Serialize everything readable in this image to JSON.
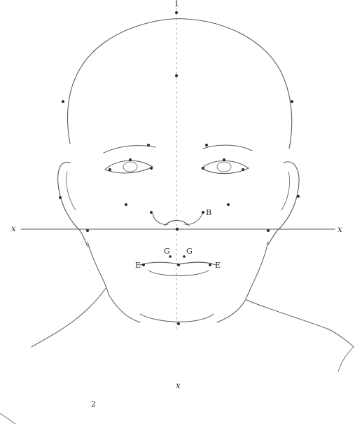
{
  "figure": {
    "labels": {
      "top": "1",
      "axis_left": "x",
      "axis_right": "x",
      "nose_right": "B",
      "mid_left": "G",
      "mid_right": "G",
      "mouth_left": "E",
      "mouth_right": "E",
      "bottom_center": "x",
      "bottom_left": "2"
    }
  }
}
